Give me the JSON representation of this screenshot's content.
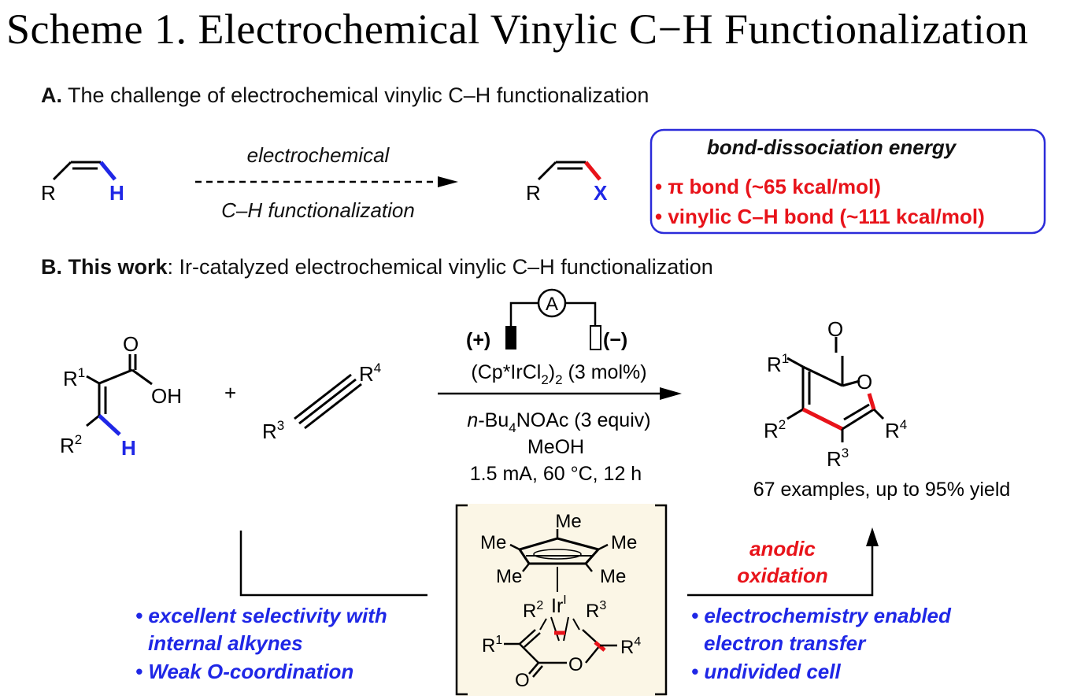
{
  "title": "Scheme 1. Electrochemical Vinylic C−H Functionalization",
  "section_a": {
    "letter": "A.",
    "text": " The challenge of electrochemical vinylic C–H functionalization",
    "substrate_r": "R",
    "substrate_h": "H",
    "arrow_top": "electrochemical",
    "arrow_bottom": "C–H functionalization",
    "product_r": "R",
    "product_x": "X",
    "box_title": "bond-dissociation energy",
    "box_line1": "• π bond (~65 kcal/mol)",
    "box_line2": "• vinylic C–H bond (~111 kcal/mol)"
  },
  "section_b": {
    "letter": "B. This work",
    "text": ": Ir-catalyzed electrochemical vinylic C–H functionalization",
    "acid_o": "O",
    "acid_oh": "OH",
    "acid_r1": "R",
    "acid_r1_sup": "1",
    "acid_r2": "R",
    "acid_r2_sup": "2",
    "acid_h": "H",
    "plus": "+",
    "alkyne_r3": "R",
    "alkyne_r3_sup": "3",
    "alkyne_r4": "R",
    "alkyne_r4_sup": "4",
    "ammeter": "A",
    "anode": "(+)",
    "cathode": "(−)",
    "catalyst": "(Cp*IrCl",
    "catalyst_sub1": "2",
    "catalyst_mid": ")",
    "catalyst_sub2": "2",
    "catalyst_end": " (3 mol%)",
    "additive_n": "n",
    "additive_a": "-Bu",
    "additive_sub": "4",
    "additive_b": "NOAc (3 equiv)",
    "solvent": "MeOH",
    "conditions": "1.5 mA, 60 °C, 12 h",
    "product_o": "O",
    "product_ring_o": "O",
    "product_r1": "R",
    "product_r1_sup": "1",
    "product_r2": "R",
    "product_r2_sup": "2",
    "product_r3": "R",
    "product_r3_sup": "3",
    "product_r4": "R",
    "product_r4_sup": "4",
    "scope": "67 examples, up to 95% yield"
  },
  "intermediate": {
    "me_top": "Me",
    "me_left": "Me",
    "me_right": "Me",
    "me_bottom_left": "Me",
    "me_bottom_right": "Me",
    "ir": "Ir",
    "ir_sup": "I",
    "r2": "R",
    "r2_sup": "2",
    "r3": "R",
    "r3_sup": "3",
    "r1": "R",
    "r1_sup": "1",
    "r4": "R",
    "r4_sup": "4",
    "o_ring": "O",
    "o_carbonyl": "O"
  },
  "notes_left": {
    "line1": "• excellent selectivity with",
    "line2": "internal alkynes",
    "line3": "• Weak O-coordination"
  },
  "notes_right": {
    "anodic1": "anodic",
    "anodic2": "oxidation",
    "line1": "• electrochemistry enabled",
    "line2": "electron transfer",
    "line3": "• undivided cell"
  },
  "colors": {
    "blue": "#1f27e6",
    "red": "#e8131a",
    "box_border": "#2b2bd9",
    "intermediate_bg": "#fbf6e6"
  }
}
